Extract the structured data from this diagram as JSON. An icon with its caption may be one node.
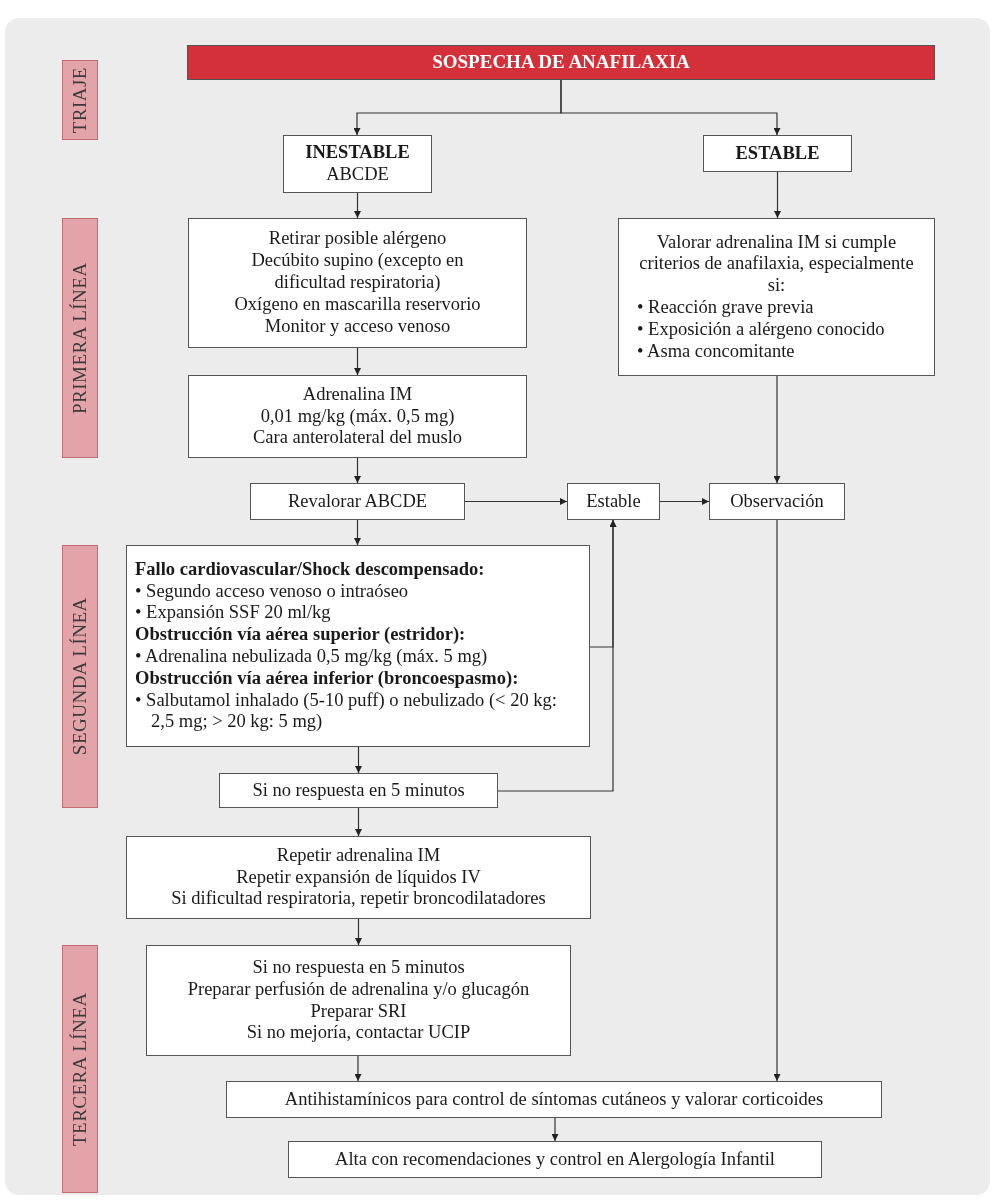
{
  "diagram": {
    "nodes": [
      {
        "text": [
          "SOSPECHA DE ANAFILAXIA"
        ]
      },
      {
        "text": [
          "TRIAJE"
        ]
      },
      {
        "text": [
          "INESTABLE",
          "ABCDE"
        ]
      },
      {
        "text": [
          "ESTABLE"
        ]
      },
      {
        "text": [
          "PRIMERA LÍNEA"
        ]
      },
      {
        "text": [
          "Retirar posible alérgeno",
          "Decúbito supino (excepto en dificultad respiratoria)",
          "Oxígeno en mascarilla reservorio",
          "Monitor y acceso venoso"
        ]
      },
      {
        "text": [
          "Valorar adrenalina IM si cumple criterios de anafilaxia, especialmente si:",
          "• Reacción grave previa",
          "• Exposición a alérgeno conocido",
          "• Asma concomitante"
        ]
      },
      {
        "text": [
          "Adrenalina IM",
          "0,01 mg/kg (máx. 0,5 mg)",
          "Cara anterolateral del muslo"
        ]
      },
      {
        "text": [
          "Revalorar ABCDE"
        ]
      },
      {
        "text": [
          "Estable"
        ]
      },
      {
        "text": [
          "Observación"
        ]
      },
      {
        "text": [
          "SEGUNDA LÍNEA"
        ]
      },
      {
        "text": [
          "Fallo cardiovascular/Shock descompensado:",
          "• Segundo acceso venoso o intraóseo",
          "• Expansión SSF 20 ml/kg",
          "Obstrucción vía aérea superior (estridor):",
          "• Adrenalina nebulizada 0,5 mg/kg (máx. 5 mg)",
          "Obstrucción vía aérea inferior (broncoespasmo):",
          "• Salbutamol inhalado (5-10 puff) o nebulizado (< 20 kg: 2,5 mg; > 20 kg: 5 mg)"
        ]
      },
      {
        "text": [
          "Si no respuesta en 5 minutos"
        ]
      },
      {
        "text": [
          "Repetir adrenalina IM",
          "Repetir expansión de líquidos IV",
          "Si dificultad respiratoria, repetir broncodilatadores"
        ]
      },
      {
        "text": [
          "TERCERA LÍNEA"
        ]
      },
      {
        "text": [
          "Si no respuesta en 5 minutos",
          "Preparar perfusión de adrenalina y/o glucagón",
          "Preparar SRI",
          "Si no mejoría, contactar UCIP"
        ]
      },
      {
        "text": [
          "Antihistamínicos para control de síntomas cutáneos y valorar corticoides"
        ]
      },
      {
        "text": [
          "Alta con recomendaciones y control en Alergología Infantil"
        ]
      }
    ],
    "edges": [
      {
        "from": 0,
        "to": 2,
        "arrow": "to"
      },
      {
        "from": 0,
        "to": 3,
        "arrow": "to"
      },
      {
        "from": 2,
        "to": 5,
        "arrow": "to"
      },
      {
        "from": 3,
        "to": 6,
        "arrow": "to"
      },
      {
        "from": 5,
        "to": 7,
        "arrow": "to"
      },
      {
        "from": 7,
        "to": 8,
        "arrow": "to"
      },
      {
        "from": 8,
        "to": 9,
        "arrow": "to"
      },
      {
        "from": 9,
        "to": 10,
        "arrow": "to"
      },
      {
        "from": 6,
        "to": 10,
        "arrow": "to"
      },
      {
        "from": 8,
        "to": 12,
        "arrow": "to"
      },
      {
        "from": 12,
        "to": 9,
        "arrow": "to"
      },
      {
        "from": 13,
        "to": 9,
        "arrow": "to"
      },
      {
        "from": 12,
        "to": 13,
        "arrow": "to"
      },
      {
        "from": 13,
        "to": 14,
        "arrow": "to"
      },
      {
        "from": 14,
        "to": 16,
        "arrow": "to"
      },
      {
        "from": 16,
        "to": 17,
        "arrow": "to"
      },
      {
        "from": 10,
        "to": 17,
        "arrow": "to"
      },
      {
        "from": 17,
        "to": 18,
        "arrow": "to"
      }
    ]
  }
}
